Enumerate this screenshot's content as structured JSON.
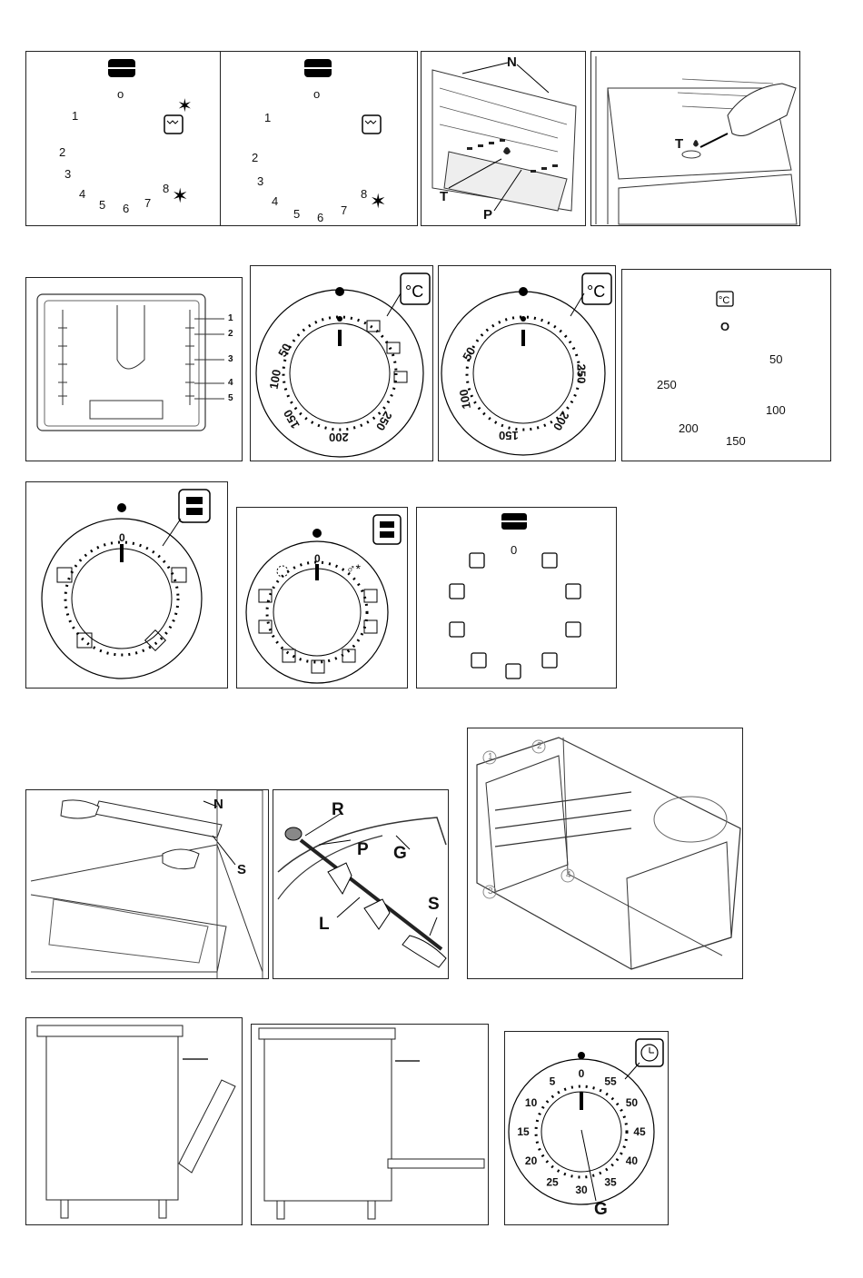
{
  "p1": {
    "zero": "o",
    "nums": [
      "1",
      "2",
      "3",
      "4",
      "5",
      "6",
      "7",
      "8"
    ]
  },
  "p2": {
    "zero": "o",
    "nums": [
      "1",
      "2",
      "3",
      "4",
      "5",
      "6",
      "7",
      "8"
    ]
  },
  "p3": {
    "labels": [
      "N",
      "T",
      "P"
    ]
  },
  "p4": {
    "labels": [
      "T"
    ]
  },
  "p5": {
    "levels": [
      "1",
      "2",
      "3",
      "4",
      "5"
    ]
  },
  "p6": {
    "temps": [
      "50",
      "100",
      "150",
      "200",
      "250"
    ]
  },
  "p7": {
    "temps": [
      "50",
      "100",
      "150",
      "200",
      "250"
    ]
  },
  "p8": {
    "zero": "O",
    "temps": [
      "50",
      "250",
      "100",
      "200",
      "150"
    ]
  },
  "p11": {
    "zero": "0"
  },
  "p12": {
    "labels": [
      "N",
      "S"
    ]
  },
  "p13": {
    "labels": [
      "R",
      "P",
      "G",
      "L",
      "S"
    ]
  },
  "p14": {
    "labels": [
      "1",
      "2",
      "3",
      "4"
    ]
  },
  "p17": {
    "minutes": [
      "0",
      "5",
      "10",
      "15",
      "20",
      "25",
      "30",
      "35",
      "40",
      "45",
      "50",
      "55"
    ],
    "label": "G"
  }
}
